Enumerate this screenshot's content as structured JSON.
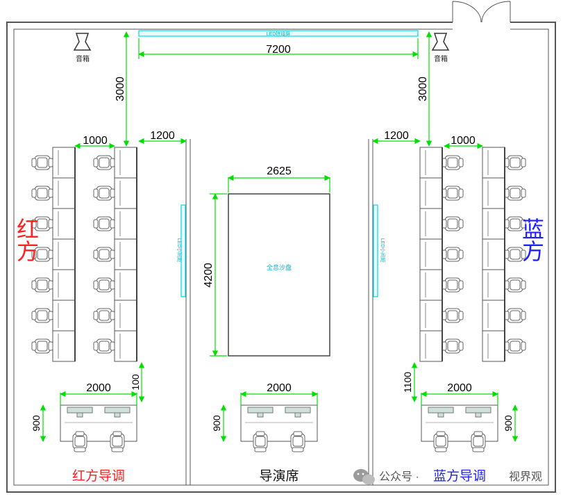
{
  "speakers": {
    "label": "音箱"
  },
  "screen": {
    "label": "LED拼接屏"
  },
  "side_screens": {
    "left_label": "LED小间距",
    "right_label": "LED小间距"
  },
  "sand_table": {
    "label": "全息沙盘"
  },
  "dimensions": {
    "screen_width": "7200",
    "speaker_depth_left": "3000",
    "speaker_depth_right": "3000",
    "desk_spacing_left": "1000",
    "desk_spacing_right": "1000",
    "aisle_left": "1200",
    "aisle_right": "1200",
    "sand_width": "2625",
    "sand_depth": "4200",
    "gap_left": "100",
    "gap_right": "1100",
    "console_width_left": "2000",
    "console_width_center": "2000",
    "console_width_right": "2000",
    "console_depth_left": "900",
    "console_depth_center": "900",
    "console_depth_right": "900"
  },
  "teams": {
    "red": {
      "label": "红方",
      "color": "#ff2020"
    },
    "blue": {
      "label": "蓝方",
      "color": "#2020ff"
    }
  },
  "zones": {
    "red_director": "红方导调",
    "director": "导演席",
    "blue_director": "蓝方导调"
  },
  "watermark": {
    "prefix": "公众号 · ",
    "suffix": "视界观"
  },
  "colors": {
    "dimension": "#00e000",
    "screen": "#00d8e8",
    "red": "#ff2020",
    "blue": "#2020ff"
  }
}
